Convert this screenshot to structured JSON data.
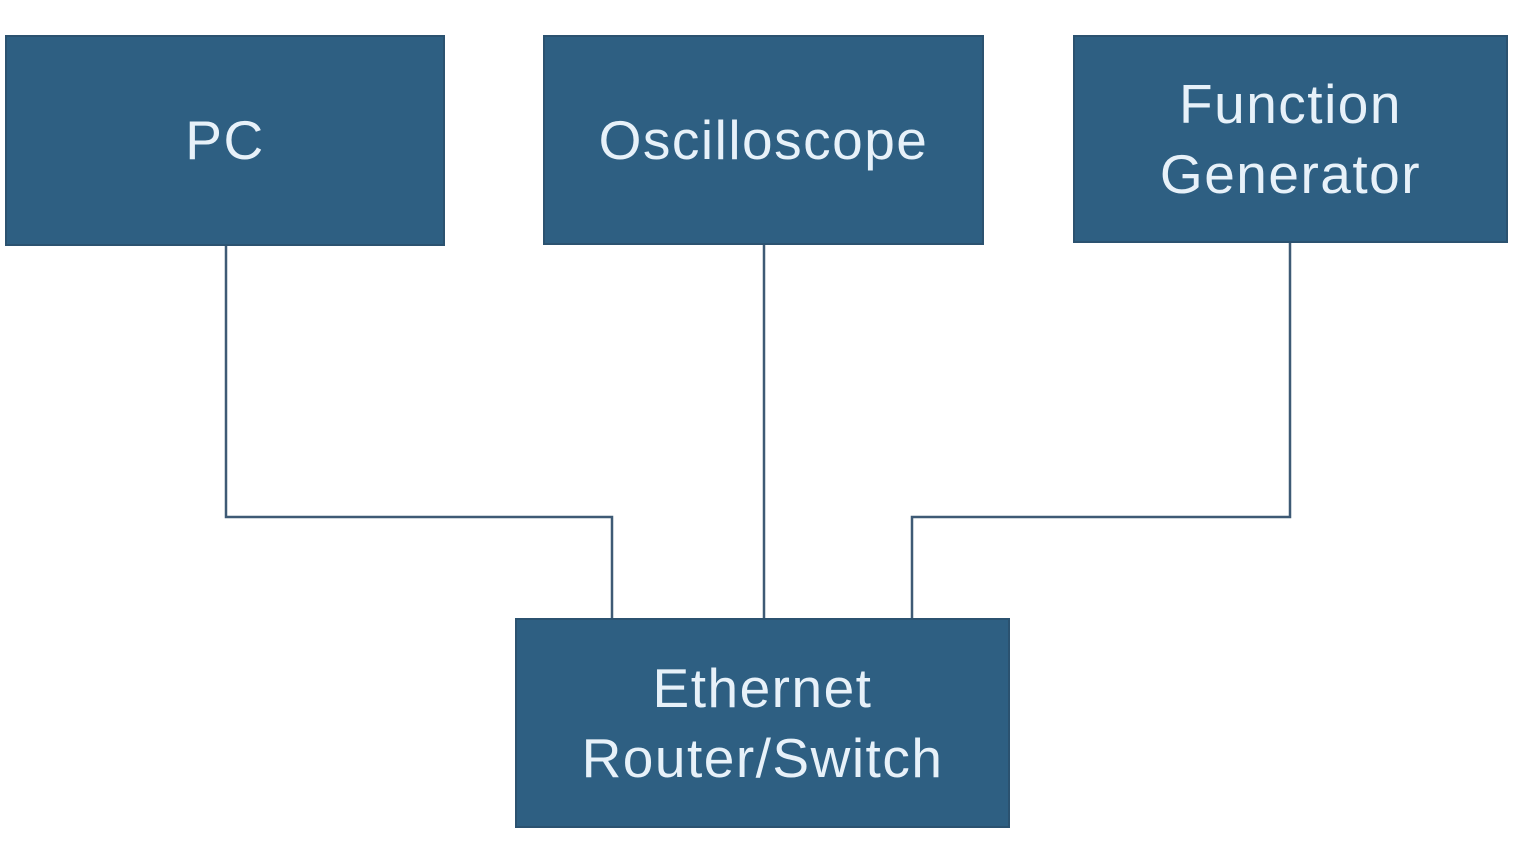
{
  "diagram": {
    "type": "network-topology",
    "background_color": "#ffffff",
    "node_fill_color": "#2e5f82",
    "node_border_color": "#2b5270",
    "node_text_color": "#e7f1f9",
    "connector_color": "#3e5a75",
    "nodes": [
      {
        "id": "pc",
        "label": "PC"
      },
      {
        "id": "oscilloscope",
        "label": "Oscilloscope"
      },
      {
        "id": "function-generator",
        "label": "Function Generator"
      },
      {
        "id": "ethernet-router-switch",
        "label": "Ethernet Router/Switch"
      }
    ],
    "edges": [
      {
        "from": "pc",
        "to": "ethernet-router-switch"
      },
      {
        "from": "oscilloscope",
        "to": "ethernet-router-switch"
      },
      {
        "from": "function-generator",
        "to": "ethernet-router-switch"
      }
    ]
  }
}
